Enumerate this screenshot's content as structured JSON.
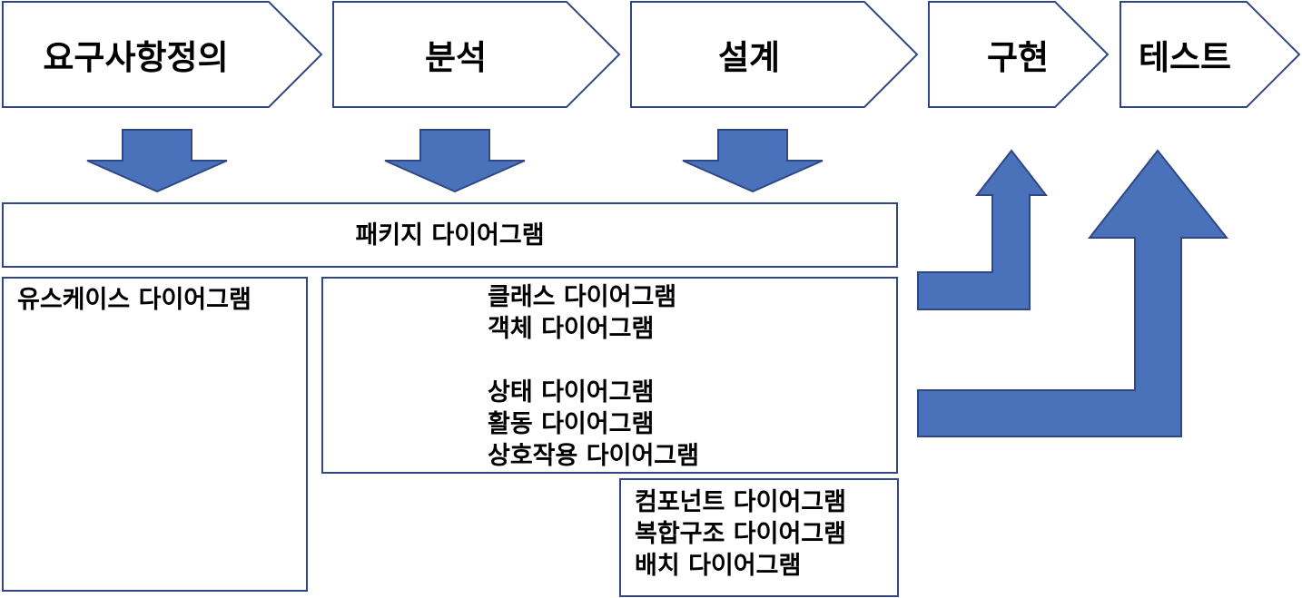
{
  "colors": {
    "stroke": "#2F4785",
    "arrow_fill": "#4A72BA",
    "box_fill": "#FFFFFF"
  },
  "phases": [
    "요구사항정의",
    "분석",
    "설계",
    "구현",
    "테스트"
  ],
  "package_diagram": "패키지 다이어그램",
  "usecase_diagram": "유스케이스 다이어그램",
  "middle_diagrams": [
    "클래스 다이어그램",
    "객체 다이어그램",
    "",
    "상태 다이어그램",
    "활동 다이어그램",
    "상호작용 다이어그램"
  ],
  "impl_diagrams": [
    "컴포넌트 다이어그램",
    "복합구조 다이어그램",
    "배치 다이어그램"
  ]
}
